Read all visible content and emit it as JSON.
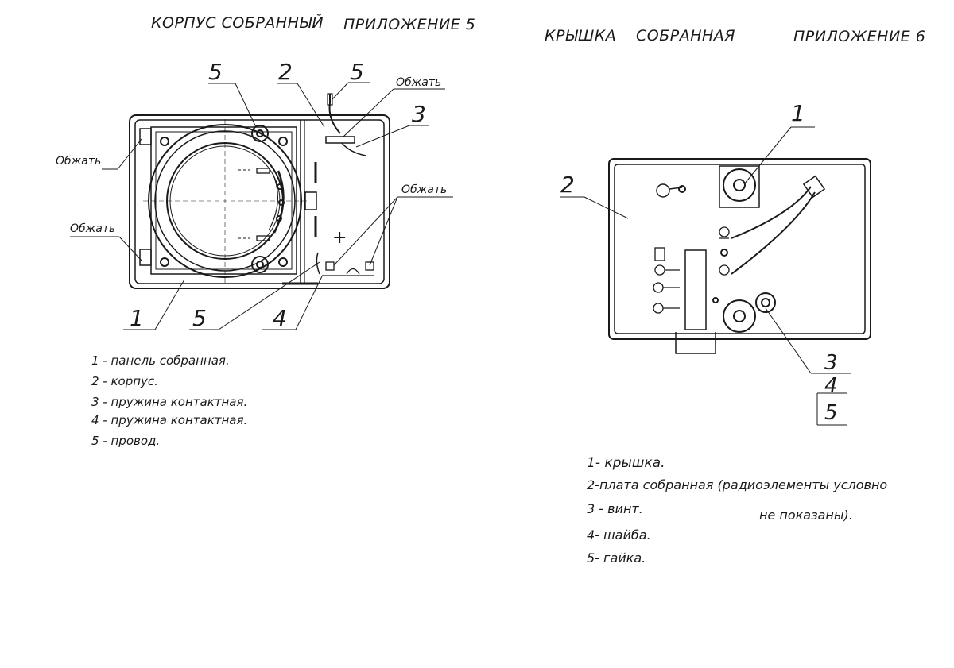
{
  "left": {
    "title": "КОРПУС  СОБРАННЫЙ",
    "appendix": "ПРИЛОЖЕНИЕ 5",
    "callouts": {
      "c1": "1",
      "c2": "2",
      "c3": "3",
      "c4": "4",
      "c5_top_left": "5",
      "c5_top_right": "5",
      "c5_bottom": "5",
      "crimp_top": "Обжать",
      "crimp_right": "Обжать",
      "crimp_left_upper": "Обжать",
      "crimp_left_lower": "Обжать",
      "plus": "+"
    },
    "legend": [
      "1 - панель  собранная.",
      "2 - корпус.",
      "3 -  пружина   контактная.",
      "4 -  пружина   контактная.",
      "5 -  провод."
    ]
  },
  "right": {
    "title": "КРЫШКА",
    "title2": "СОБРАННАЯ",
    "appendix": "ПРИЛОЖЕНИЕ 6",
    "callouts": {
      "c1": "1",
      "c2": "2",
      "c3": "3",
      "c4": "4",
      "c5": "5"
    },
    "legend": [
      "1- крышка.",
      "2-плата  собранная  (радиоэлементы  условно",
      "не показаны).",
      "3 - винт.",
      "4- шайба.",
      "5- гайка."
    ]
  }
}
